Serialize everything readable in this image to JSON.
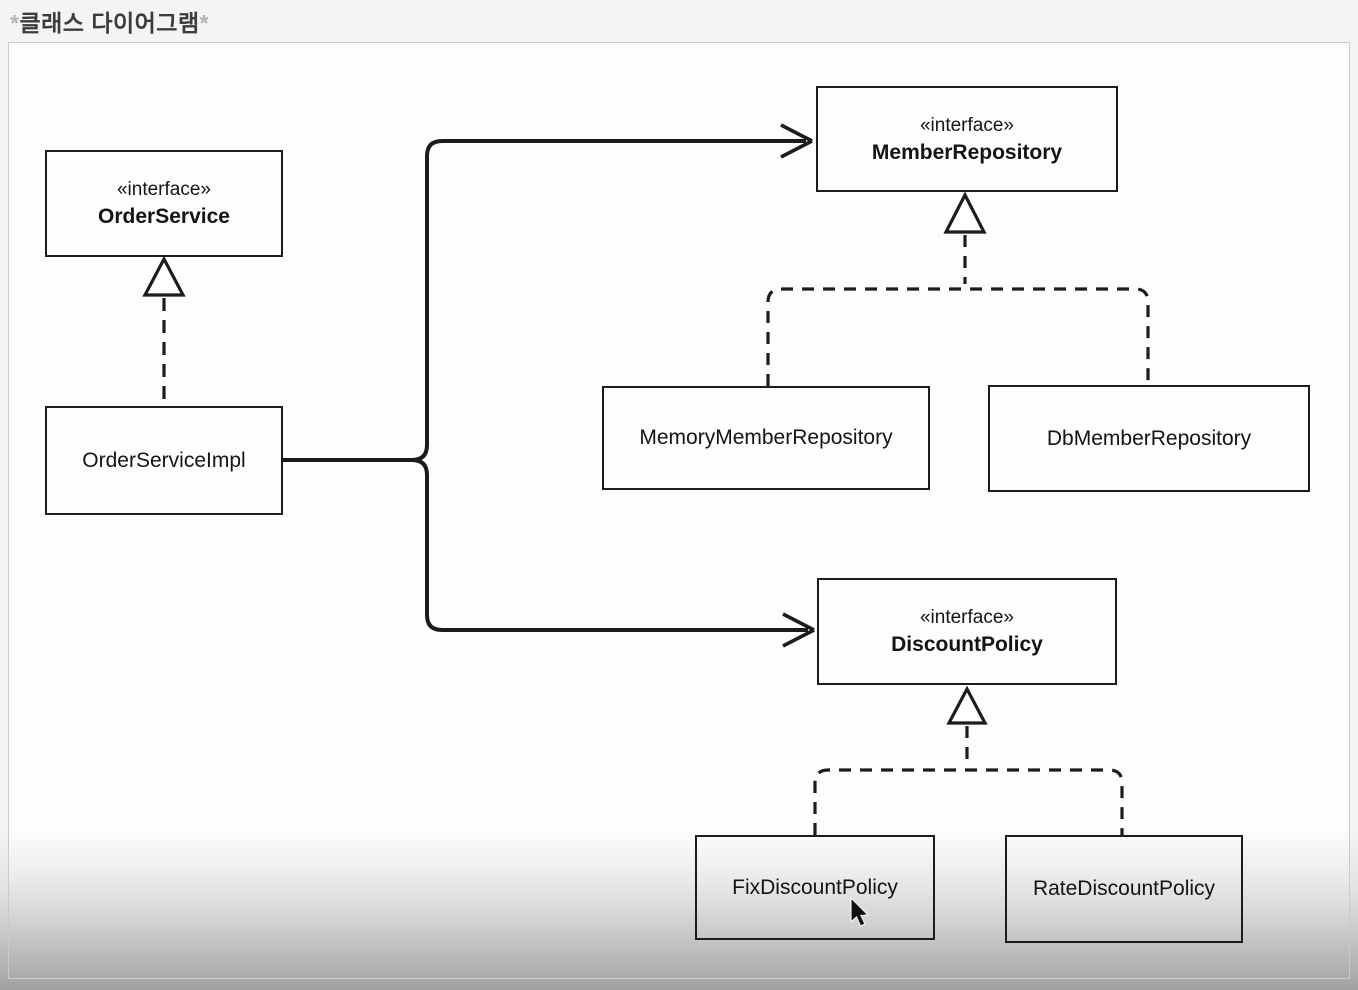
{
  "header": {
    "title_prefix": "*",
    "title": "클래스 다이어그램",
    "title_suffix": "*"
  },
  "diagram": {
    "type": "uml-class-diagram",
    "nodes": {
      "order_service": {
        "stereotype": "«interface»",
        "name": "OrderService"
      },
      "order_service_impl": {
        "name": "OrderServiceImpl"
      },
      "member_repository": {
        "stereotype": "«interface»",
        "name": "MemberRepository"
      },
      "memory_member_repository": {
        "name": "MemoryMemberRepository"
      },
      "db_member_repository": {
        "name": "DbMemberRepository"
      },
      "discount_policy": {
        "stereotype": "«interface»",
        "name": "DiscountPolicy"
      },
      "fix_discount_policy": {
        "name": "FixDiscountPolicy"
      },
      "rate_discount_policy": {
        "name": "RateDiscountPolicy"
      }
    },
    "edges": [
      {
        "from": "OrderServiceImpl",
        "to": "OrderService",
        "type": "realization-dashed-hollow-triangle"
      },
      {
        "from": "OrderServiceImpl",
        "to": "MemberRepository",
        "type": "solid-open-arrow"
      },
      {
        "from": "OrderServiceImpl",
        "to": "DiscountPolicy",
        "type": "solid-open-arrow"
      },
      {
        "from": "MemoryMemberRepository",
        "to": "MemberRepository",
        "type": "realization-dashed-hollow-triangle"
      },
      {
        "from": "DbMemberRepository",
        "to": "MemberRepository",
        "type": "realization-dashed-hollow-triangle"
      },
      {
        "from": "FixDiscountPolicy",
        "to": "DiscountPolicy",
        "type": "realization-dashed-hollow-triangle"
      },
      {
        "from": "RateDiscountPolicy",
        "to": "DiscountPolicy",
        "type": "realization-dashed-hollow-triangle"
      }
    ],
    "colors": {
      "line": "#1c1c1c",
      "box_border": "#1c1c1c",
      "panel_border": "#cccbca",
      "panel_bg": "#fdfdfc",
      "page_bg": "#f5f4f2",
      "bottom_fade": "#a9a9a9",
      "title_text": "#3c3c3c",
      "title_asterisk": "#b4b4b4"
    },
    "cursor": "arrow-pointer"
  }
}
